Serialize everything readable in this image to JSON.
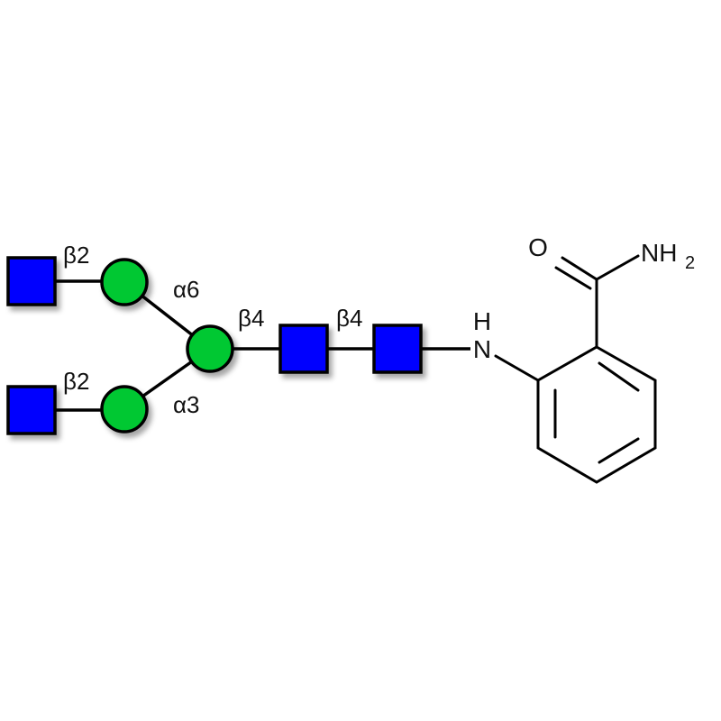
{
  "colors": {
    "glcnac": "#0000ff",
    "mannose": "#00c832",
    "outline": "#000000"
  },
  "linkages": {
    "upper_glcnac_to_man": "β2",
    "lower_glcnac_to_man": "β2",
    "upper_man_to_core": "α6",
    "lower_man_to_core": "α3",
    "core_man_to_glcnac": "β4",
    "glcnac_to_glcnac": "β4"
  },
  "atoms": {
    "oxygen": "O",
    "amide_n": "NH",
    "amide_sub": "2",
    "amine_n": "N",
    "amine_h": "H"
  }
}
